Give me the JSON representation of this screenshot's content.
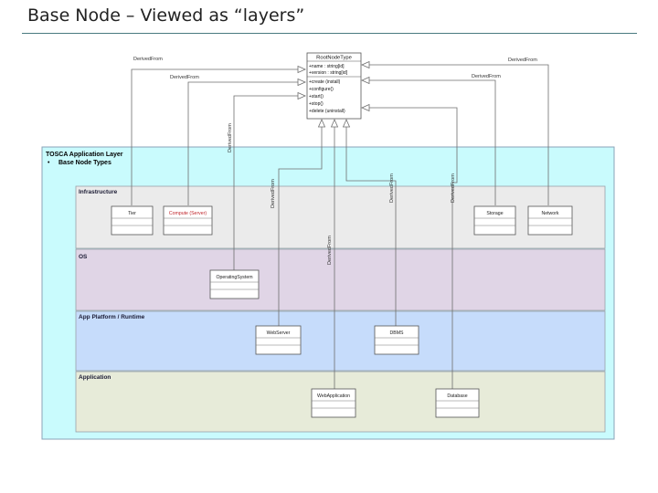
{
  "slide_title": "Base Node – Viewed as “layers”",
  "root_node": {
    "name": "RootNodeType",
    "attributes": [
      "+name : string[id]",
      "+version : string[id]"
    ],
    "operations": [
      "+create (install)",
      "+configure()",
      "+start()",
      "+stop()",
      "+delete (uninstall)"
    ]
  },
  "relation_label": "DerivedFrom",
  "container": {
    "title": "TOSCA Application Layer",
    "bullet": "•",
    "subtitle": "Base Node Types"
  },
  "layers": [
    {
      "id": "infrastructure",
      "label": "Infrastructure",
      "fill": "#ebebeb"
    },
    {
      "id": "os",
      "label": "OS",
      "fill": "#e0d5e6"
    },
    {
      "id": "app-platform",
      "label": "App Platform / Runtime",
      "fill": "#c6dcfb"
    },
    {
      "id": "application",
      "label": "Application",
      "fill": "#e7ebd9"
    }
  ],
  "nodes": [
    {
      "id": "tier",
      "name": "Tier",
      "color": "#222222"
    },
    {
      "id": "compute",
      "name": "Compute (Server)",
      "color": "#c0262c"
    },
    {
      "id": "storage",
      "name": "Storage",
      "color": "#222222"
    },
    {
      "id": "network",
      "name": "Network",
      "color": "#222222"
    },
    {
      "id": "operating-system",
      "name": "OperatingSystem",
      "color": "#222222"
    },
    {
      "id": "web-server",
      "name": "WebServer",
      "color": "#222222"
    },
    {
      "id": "dbms",
      "name": "DBMS",
      "color": "#222222"
    },
    {
      "id": "web-application",
      "name": "WebApplication",
      "color": "#222222"
    },
    {
      "id": "database",
      "name": "Database",
      "color": "#222222"
    }
  ],
  "colors": {
    "container_fill": "#c9fbfd",
    "container_border": "#8aa3b8",
    "line": "#6f6f6f"
  }
}
